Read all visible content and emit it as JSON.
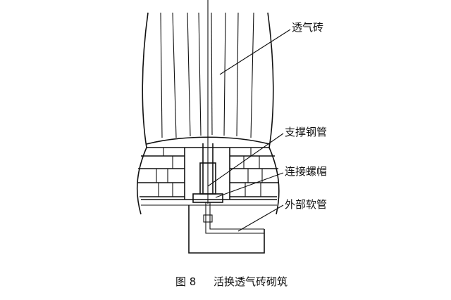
{
  "labels": {
    "brick": "透气砖",
    "support_pipe": "支撑钢管",
    "nut": "连接螺帽",
    "hose": "外部软管"
  },
  "caption": {
    "number": "图 8",
    "title": "活换透气砖砌筑"
  }
}
